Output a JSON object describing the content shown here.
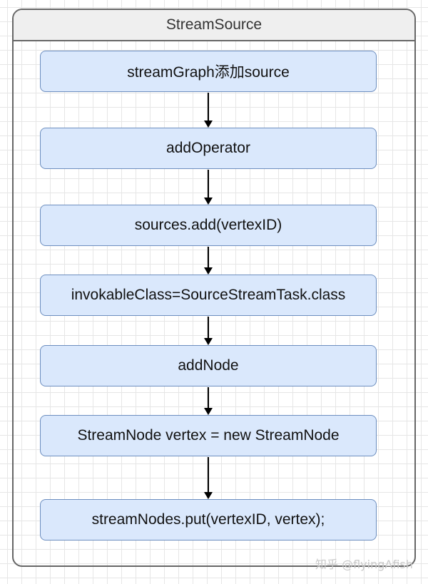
{
  "container": {
    "title": "StreamSource"
  },
  "steps": [
    "streamGraph添加source",
    "addOperator",
    "sources.add(vertexID)",
    "invokableClass=SourceStreamTask.class",
    "addNode",
    "StreamNode vertex = new StreamNode",
    "streamNodes.put(vertexID, vertex);"
  ],
  "watermark": "知乎 @flyingAfish",
  "colors": {
    "container_border": "#666666",
    "header_fill": "#efefef",
    "step_fill": "#dae8fc",
    "step_border": "#6c8ebf",
    "arrow": "#000000"
  }
}
